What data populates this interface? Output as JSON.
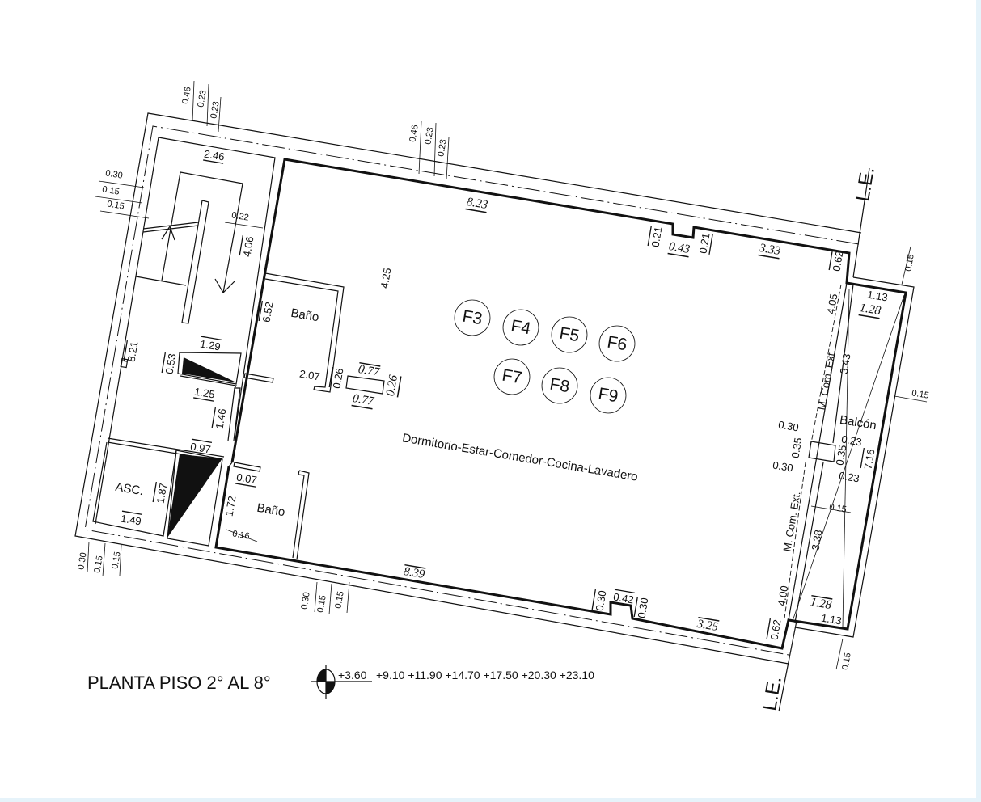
{
  "title": "PLANTA PISO 2° AL 8°",
  "levels": {
    "first": "+3.60",
    "rest": "+9.10 +11.90 +14.70 +17.50 +20.30 +23.10"
  },
  "labels": {
    "bano_upper": "Baño",
    "asc": "ASC.",
    "bano_lower": "Baño",
    "mcom_upper": "M. Com. Ext.",
    "balcon": "Balcón",
    "mcom_lower": "M. Com. Ext.",
    "room": "Dormitorio-Estar-Comedor-Cocina-Lavadero",
    "le_top": "L.E.",
    "le_bottom": "L.E."
  },
  "columns": [
    "F3",
    "F4",
    "F5",
    "F6",
    "F7",
    "F8",
    "F9"
  ],
  "dimensions": [
    "0.46",
    "0.23",
    "0.23",
    "0.46",
    "0.23",
    "0.23",
    "0.30",
    "0.15",
    "0.15",
    "2.46",
    "0.22",
    "4.06",
    "8.21",
    "6.52",
    "1.29",
    "0.53",
    "1.25",
    "1.46",
    "0.97",
    "1.87",
    "1.49",
    "0.07",
    "1.72",
    "0.16",
    "2.07",
    "0.26",
    "0.77",
    "0.77",
    "0.26",
    "4.25",
    "8.23",
    "0.21",
    "0.43",
    "0.21",
    "3.33",
    "0.62",
    "4.05",
    "1.13",
    "1.28",
    "0.15",
    "3.43",
    "0.30",
    "0.35",
    "0.30",
    "0.23",
    "0.35",
    "0.23",
    "7.16",
    "0.15",
    "0.15",
    "3.38",
    "4.00",
    "1.28",
    "1.13",
    "0.62",
    "0.15",
    "8.39",
    "0.30",
    "0.42",
    "0.30",
    "3.25",
    "0.30",
    "0.15",
    "0.15",
    "0.30",
    "0.15",
    "0.15"
  ],
  "colors": {
    "line": "#111111",
    "frame": "#e6f3fa"
  }
}
